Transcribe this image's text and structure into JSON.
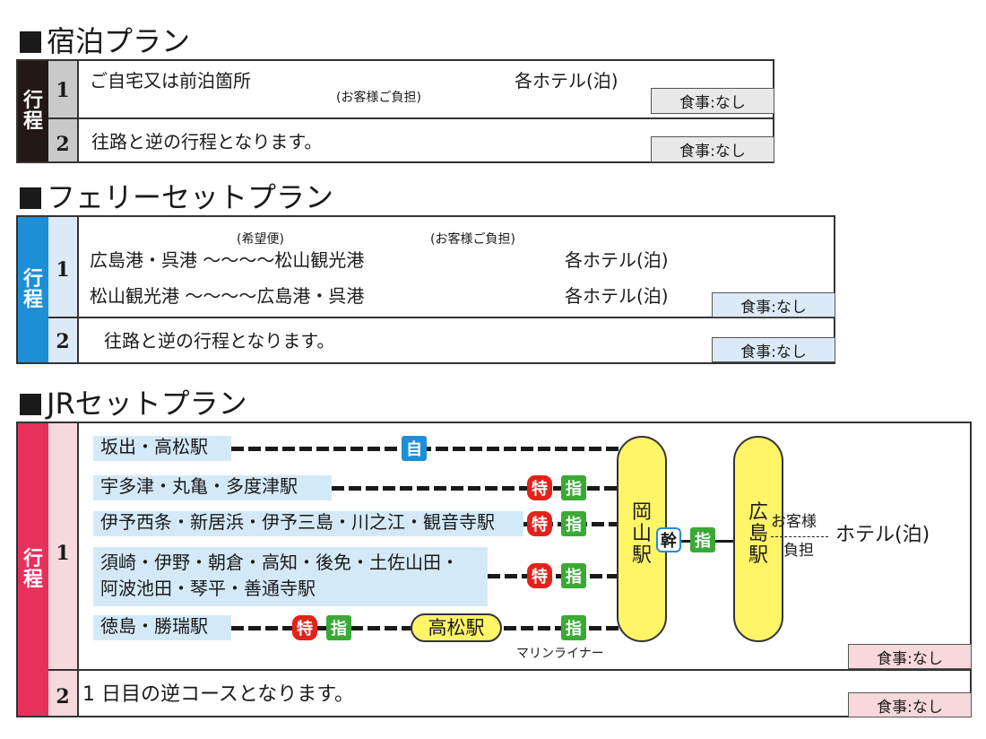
{
  "sections": {
    "stay": {
      "title": "宿泊プラン",
      "label": [
        "行",
        "程"
      ],
      "rows": [
        {
          "num": "1",
          "text": "ご自宅又は前泊箇所",
          "note": "(お客様ご負担)",
          "hotel": "各ホテル(泊)",
          "meal": "食事:なし"
        },
        {
          "num": "2",
          "text": "往路と逆の行程となります。",
          "meal": "食事:なし"
        }
      ]
    },
    "ferry": {
      "title": "フェリーセットプラン",
      "label": [
        "行",
        "程"
      ],
      "rows": [
        {
          "num": "1",
          "line1": "広島港・呉港 〜〜〜〜松山観光港",
          "line1_note_a": "(希望便)",
          "line1_note_b": "(お客様ご負担)",
          "line1_hotel": "各ホテル(泊)",
          "line2": "松山観光港 〜〜〜〜広島港・呉港",
          "line2_hotel": "各ホテル(泊)",
          "meal": "食事:なし"
        },
        {
          "num": "2",
          "text": "往路と逆の行程となります。",
          "meal": "食事:なし"
        }
      ]
    },
    "jr": {
      "title": "JRセットプラン",
      "label": [
        "行",
        "程"
      ],
      "day1": {
        "num": "1",
        "origins": [
          {
            "name": "坂出・高松駅"
          },
          {
            "name": "宇多津・丸亀・多度津駅"
          },
          {
            "name": "伊予西条・新居浜・伊予三島・川之江・観音寺駅"
          },
          {
            "name1": "須崎・伊野・朝倉・高知・後免・土佐山田・",
            "name2": "阿波池田・琴平・善通寺駅"
          },
          {
            "name": "徳島・勝瑞駅"
          }
        ],
        "badges": {
          "jiyu": "自",
          "tokkyu": "特",
          "shitei": "指",
          "shinkansen": "幹"
        },
        "transfer": "高松駅",
        "marine_liner": "マリンライナー",
        "hub1": [
          "岡",
          "山",
          "駅"
        ],
        "hub2": [
          "広",
          "島",
          "駅"
        ],
        "customer_pay_1": "お客様",
        "customer_pay_2": "負担",
        "hotel": "ホテル(泊)",
        "meal": "食事:なし"
      },
      "day2": {
        "num": "2",
        "text": "1 日目の逆コースとなります。",
        "meal": "食事:なし"
      }
    }
  },
  "colors": {
    "stay_side": "#231815",
    "stay_num": "#c9c9c9",
    "ferry_side": "#1d8fd6",
    "ferry_num": "#dbeaf6",
    "jr_side": "#e8305c",
    "jr_num": "#f6d8dd",
    "station_bg": "#d4e9f7",
    "hub_yellow": "#fff567"
  }
}
